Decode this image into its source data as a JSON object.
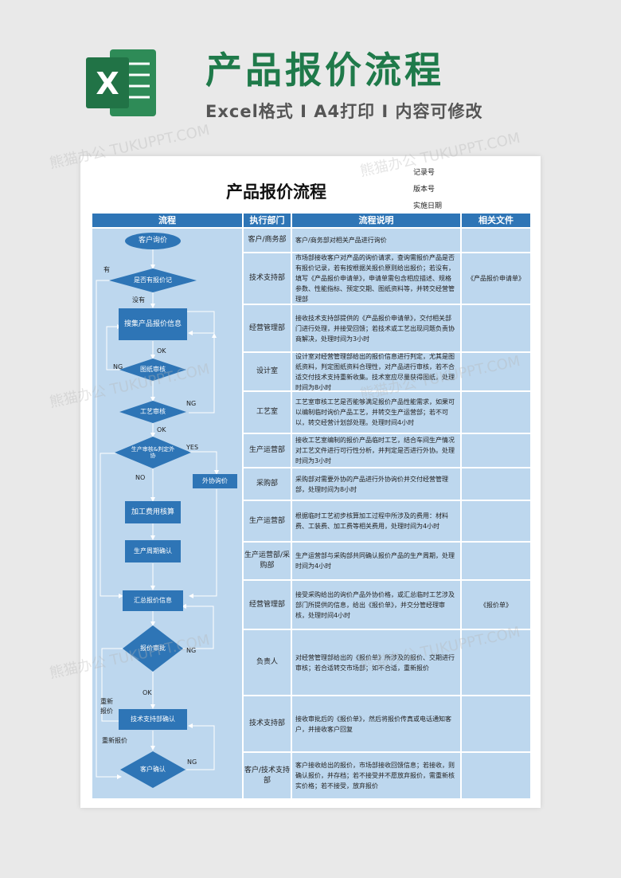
{
  "banner": {
    "title": "产品报价流程",
    "subtitle": "Excel格式 I A4打印 I 内容可修改",
    "logo_letter": "X"
  },
  "doc": {
    "title": "产品报价流程",
    "meta": [
      "记录号",
      "版本号",
      "实施日期"
    ]
  },
  "table": {
    "headers": [
      "流程",
      "执行部门",
      "流程说明",
      "相关文件"
    ],
    "rows": [
      {
        "dept": "客户/商务部",
        "desc": "客户/商务部对相关产品进行询价",
        "file": ""
      },
      {
        "dept": "技术支持部",
        "desc": "市场部接收客户对产品的询价请求，查询需报价产品是否有报价记录，若有按根据关报价原则给出报价；若没有，填写《产品报价申请单》，申请单需包含相应描述、规格参数、性能指标、预定交期、图纸资料等，并转交经营管理部",
        "file": "《产品报价申请单》"
      },
      {
        "dept": "经营管理部",
        "desc": "接收技术支持部提供的《产品报价申请单》，交付相关部门进行处理，并接受回馈；若技术或工艺出现问题负责协商解决，处理时间为3小时",
        "file": ""
      },
      {
        "dept": "设计室",
        "desc": "设计室对经营管理部给出的报价信息进行判定，尤其是图纸资料，判定图纸资料合理性，对产品进行审核，若不合适交付技术支持重新收集。技术室应尽量获得图纸，处理时间为8小时",
        "file": ""
      },
      {
        "dept": "工艺室",
        "desc": "工艺室审核工艺是否能够满足报价产品性能需求，如果可以编制临时询价产品工艺，并转交生产运营部；若不可以，转交经营计划部处理。处理时间4小时",
        "file": ""
      },
      {
        "dept": "生产运营部",
        "desc": "接收工艺室编制的报价产品临时工艺，结合车间生产情况对工艺文件进行可行性分析，并判定是否进行外协。处理时间为3小时",
        "file": ""
      },
      {
        "dept": "采购部",
        "desc": "采购部对需要外协的产品进行外协询价并交付经营管理部，处理时间为8小时",
        "file": ""
      },
      {
        "dept": "生产运营部",
        "desc": "根据临时工艺初步核算加工过程中所涉及的费用：材料费、工装费、加工费等相关费用，处理时间为4小时",
        "file": ""
      },
      {
        "dept": "生产运营部/采购部",
        "desc": "生产运营部与采购部共同确认报价产品的生产周期，处理时间为4小时",
        "file": ""
      },
      {
        "dept": "经营管理部",
        "desc": "接受采购给出的询价产品外协价格，或汇总临时工艺涉及部门所提供的信息，给出《报价单》，并交分管经理审核，处理时间4小时",
        "file": "《报价单》"
      },
      {
        "dept": "负责人",
        "desc": "对经营管理部给出的《报价单》所涉及的报价、交期进行审核；若合适转交市场部；如不合适，重新报价",
        "file": ""
      },
      {
        "dept": "技术支持部",
        "desc": "接收审批后的《报价单》，然后将报价传真或电话通知客户，并接收客户回复",
        "file": ""
      },
      {
        "dept": "客户/技术支持部",
        "desc": "客户接收给出的报价，市场部接收回馈信息；若接收，则确认报价，并存档；若不接受并不愿放弃报价，需重新核实价格；若不接受，放弃报价",
        "file": ""
      }
    ]
  },
  "flow": {
    "nodes": [
      "客户询价",
      "是否有报价记",
      "搜集产品报价信息",
      "图纸审核",
      "工艺审核",
      "生产审核&判定外协",
      "外协询价",
      "加工费用核算",
      "生产周期确认",
      "汇总报价信息",
      "报价审批",
      "技术支持部确认",
      "客户确认"
    ],
    "labels": {
      "have": "有",
      "none": "没有",
      "ok1": "OK",
      "ng1": "NG",
      "ng2": "NG",
      "ok2": "OK",
      "yes": "YES",
      "no": "NO",
      "requote1": "重新报价",
      "ng3": "NG",
      "ok3": "OK",
      "requote2a": "重新",
      "requote2b": "报价",
      "ng4": "NG"
    }
  },
  "watermark": "熊猫办公 TUKUPPT.COM",
  "colors": {
    "header": "#2e75b6",
    "cell": "#bdd7ee",
    "node": "#2e75b6",
    "brand": "#1f7a4a"
  }
}
